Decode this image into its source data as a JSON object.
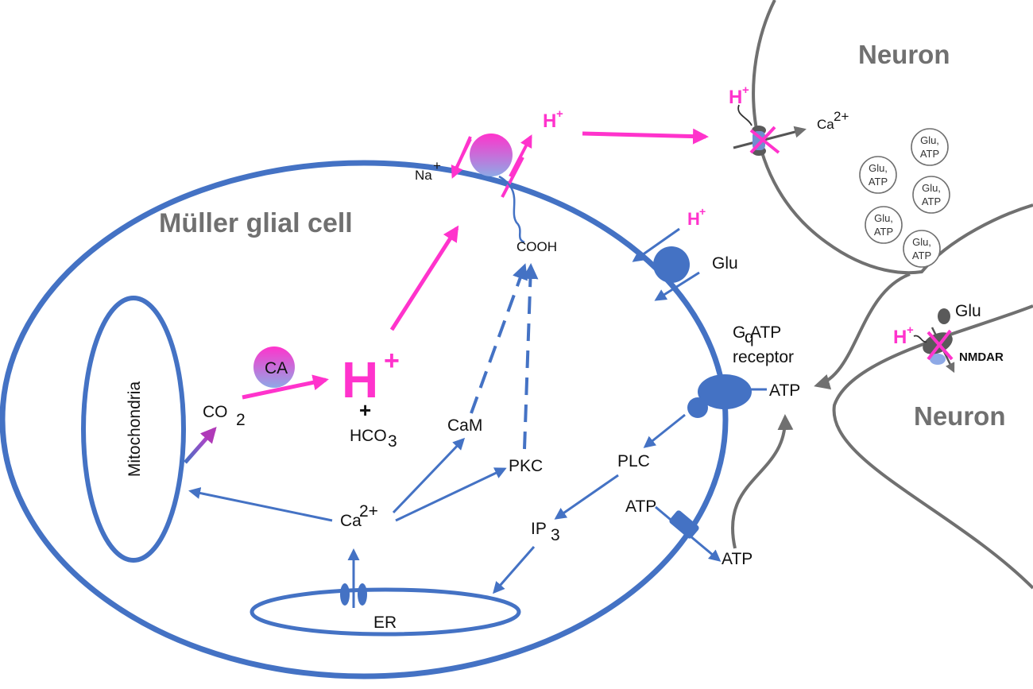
{
  "labels": {
    "muller_cell": "Müller glial cell",
    "neuron_top": "Neuron",
    "neuron_bottom": "Neuron",
    "mitochondria": "Mitochondria",
    "er": "ER",
    "ca_enzyme": "CA",
    "co2": "CO",
    "co2_sub": "2",
    "h_big": "H",
    "h_sup": "+",
    "plus": "+",
    "hco3": "HCO",
    "hco3_sub": "3",
    "na": "Na",
    "na_sup": "+",
    "h_exchanger": "H",
    "h_exchanger_sup": "+",
    "cooh": "COOH",
    "cam": "CaM",
    "pkc": "PKC",
    "ca_center": "Ca",
    "ca_center_sup": "2+",
    "plc": "PLC",
    "ip3": "IP",
    "ip3_sub": "3",
    "h_glu_transporter": "H",
    "h_glu_transporter_sup": "+",
    "glu_transporter": "Glu",
    "gq_g": "G",
    "gq_sub": "q",
    "gq_rest": " ATP",
    "receptor": "receptor",
    "atp_receptor": "ATP",
    "atp_channel_in": "ATP",
    "atp_channel_out": "ATP",
    "h_neuron_top": "H",
    "h_neuron_top_sup": "+",
    "ca_neuron": "Ca",
    "ca_neuron_sup": "2+",
    "h_nmdar": "H",
    "h_nmdar_sup": "+",
    "glu_nmdar": "Glu",
    "nmdar": "NMDAR"
  },
  "vesicles": [
    {
      "line1": "Glu,",
      "line2": "ATP"
    },
    {
      "line1": "Glu,",
      "line2": "ATP"
    },
    {
      "line1": "Glu,",
      "line2": "ATP"
    },
    {
      "line1": "Glu,",
      "line2": "ATP"
    },
    {
      "line1": "Glu,",
      "line2": "ATP"
    }
  ],
  "colors": {
    "membrane_blue": "#4472c4",
    "proton_magenta": "#ff33cc",
    "neuron_gray": "#707070",
    "title_gray": "#707070"
  }
}
